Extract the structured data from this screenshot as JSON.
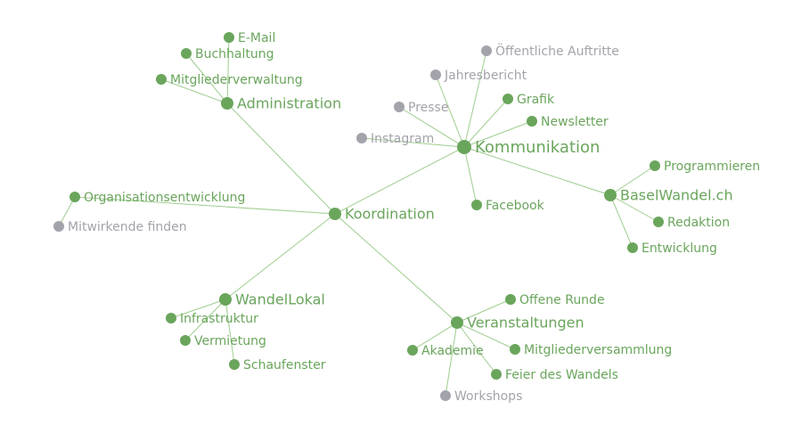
{
  "colors": {
    "active": "#6aa55c",
    "inactive": "#a3a3ab",
    "edge": "#9fcd8e"
  },
  "nodes": [
    {
      "id": "koordination",
      "label": "Koordination",
      "status": "active",
      "level": "main"
    },
    {
      "id": "administration",
      "label": "Administration",
      "status": "active",
      "level": "main"
    },
    {
      "id": "email",
      "label": "E-Mail",
      "status": "active",
      "level": "leaf"
    },
    {
      "id": "buchhaltung",
      "label": "Buchhaltung",
      "status": "active",
      "level": "leaf"
    },
    {
      "id": "mitgliederverwaltung",
      "label": "Mitgliederverwaltung",
      "status": "active",
      "level": "leaf"
    },
    {
      "id": "kommunikation",
      "label": "Kommunikation",
      "status": "active",
      "level": "hub"
    },
    {
      "id": "oeffentliche-auftritte",
      "label": "Öffentliche Auftritte",
      "status": "inactive",
      "level": "leaf"
    },
    {
      "id": "jahresbericht",
      "label": "Jahresbericht",
      "status": "inactive",
      "level": "leaf"
    },
    {
      "id": "grafik",
      "label": "Grafik",
      "status": "active",
      "level": "leaf"
    },
    {
      "id": "presse",
      "label": "Presse",
      "status": "inactive",
      "level": "leaf"
    },
    {
      "id": "newsletter",
      "label": "Newsletter",
      "status": "active",
      "level": "leaf"
    },
    {
      "id": "instagram",
      "label": "Instagram",
      "status": "inactive",
      "level": "leaf"
    },
    {
      "id": "facebook",
      "label": "Facebook",
      "status": "active",
      "level": "leaf"
    },
    {
      "id": "baselwandel",
      "label": "BaselWandel.ch",
      "status": "active",
      "level": "main"
    },
    {
      "id": "programmieren",
      "label": "Programmieren",
      "status": "active",
      "level": "leaf"
    },
    {
      "id": "redaktion",
      "label": "Redaktion",
      "status": "active",
      "level": "leaf"
    },
    {
      "id": "entwicklung",
      "label": "Entwicklung",
      "status": "active",
      "level": "leaf"
    },
    {
      "id": "organisationsentwicklung",
      "label": "Organisationsentwicklung",
      "status": "active",
      "level": "leaf"
    },
    {
      "id": "mitwirkende-finden",
      "label": "Mitwirkende finden",
      "status": "inactive",
      "level": "leaf"
    },
    {
      "id": "wandellokal",
      "label": "WandelLokal",
      "status": "active",
      "level": "main"
    },
    {
      "id": "infrastruktur",
      "label": "Infrastruktur",
      "status": "active",
      "level": "leaf"
    },
    {
      "id": "vermietung",
      "label": "Vermietung",
      "status": "active",
      "level": "leaf"
    },
    {
      "id": "schaufenster",
      "label": "Schaufenster",
      "status": "active",
      "level": "leaf"
    },
    {
      "id": "veranstaltungen",
      "label": "Veranstaltungen",
      "status": "active",
      "level": "main"
    },
    {
      "id": "offene-runde",
      "label": "Offene Runde",
      "status": "active",
      "level": "leaf"
    },
    {
      "id": "akademie",
      "label": "Akademie",
      "status": "active",
      "level": "leaf"
    },
    {
      "id": "mitgliederversammlung",
      "label": "Mitgliederversammlung",
      "status": "active",
      "level": "leaf"
    },
    {
      "id": "feier-des-wandels",
      "label": "Feier des Wandels",
      "status": "active",
      "level": "leaf"
    },
    {
      "id": "workshops",
      "label": "Workshops",
      "status": "inactive",
      "level": "leaf"
    }
  ],
  "edges": [
    [
      "koordination",
      "administration"
    ],
    [
      "koordination",
      "kommunikation"
    ],
    [
      "koordination",
      "organisationsentwicklung"
    ],
    [
      "koordination",
      "wandellokal"
    ],
    [
      "koordination",
      "veranstaltungen"
    ],
    [
      "administration",
      "email"
    ],
    [
      "administration",
      "buchhaltung"
    ],
    [
      "administration",
      "mitgliederverwaltung"
    ],
    [
      "kommunikation",
      "oeffentliche-auftritte"
    ],
    [
      "kommunikation",
      "jahresbericht"
    ],
    [
      "kommunikation",
      "grafik"
    ],
    [
      "kommunikation",
      "presse"
    ],
    [
      "kommunikation",
      "newsletter"
    ],
    [
      "kommunikation",
      "instagram"
    ],
    [
      "kommunikation",
      "facebook"
    ],
    [
      "kommunikation",
      "baselwandel"
    ],
    [
      "baselwandel",
      "programmieren"
    ],
    [
      "baselwandel",
      "redaktion"
    ],
    [
      "baselwandel",
      "entwicklung"
    ],
    [
      "organisationsentwicklung",
      "mitwirkende-finden"
    ],
    [
      "wandellokal",
      "infrastruktur"
    ],
    [
      "wandellokal",
      "vermietung"
    ],
    [
      "wandellokal",
      "schaufenster"
    ],
    [
      "veranstaltungen",
      "offene-runde"
    ],
    [
      "veranstaltungen",
      "akademie"
    ],
    [
      "veranstaltungen",
      "mitgliederversammlung"
    ],
    [
      "veranstaltungen",
      "feier-des-wandels"
    ],
    [
      "veranstaltungen",
      "workshops"
    ]
  ]
}
